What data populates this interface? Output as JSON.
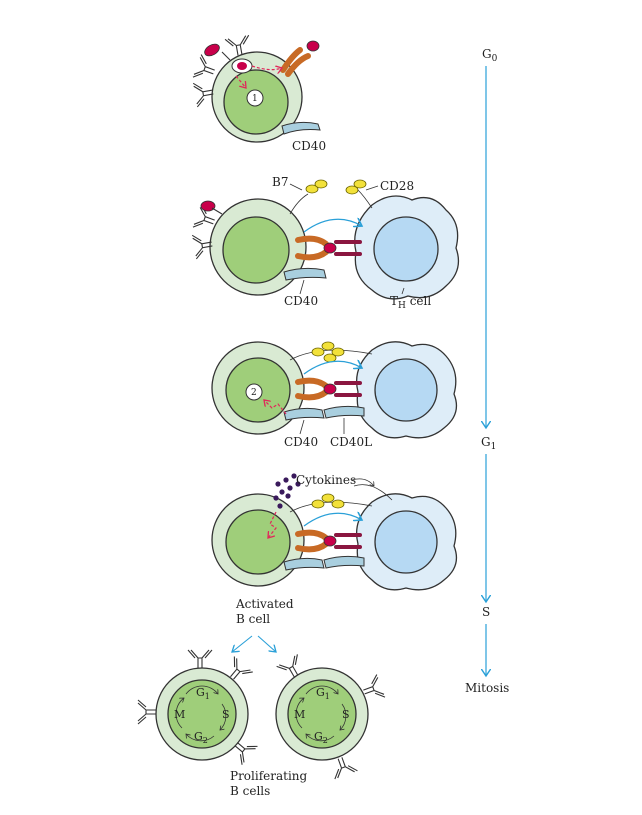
{
  "labels": {
    "cd40_top": "CD40",
    "b7": "B7",
    "cd28": "CD28",
    "cd40_mid": "CD40",
    "th_cell_main": "T",
    "th_cell_sub": "H",
    "th_cell_suffix": " cell",
    "cd40_lower": "CD40",
    "cd40l": "CD40L",
    "cytokines": "Cytokines",
    "activated_line1": "Activated",
    "activated_line2": "B cell",
    "proliferating_line1": "Proliferating",
    "proliferating_line2": "B cells"
  },
  "signals": {
    "signal_1": "1",
    "signal_2": "2"
  },
  "cell_cycle": {
    "g1_main": "G",
    "g1_sub": "1",
    "s": "S",
    "g2_main": "G",
    "g2_sub": "2",
    "m": "M"
  },
  "timeline": {
    "g0_main": "G",
    "g0_sub": "0",
    "g1_main": "G",
    "g1_sub": "1",
    "s": "S",
    "mitosis": "Mitosis"
  },
  "colors": {
    "b_cell_cytoplasm": "#d9ead3",
    "b_cell_nucleus": "#9fce7a",
    "t_cell_cytoplasm": "#deedf8",
    "t_cell_nucleus": "#b6d9f3",
    "mhc": "#c86a25",
    "tcr": "#8a1640",
    "cd40": "#a9cfdf",
    "b7_cd28": "#f2e13a",
    "cytokine": "#3a1a5c",
    "antigen": "#c8004a",
    "arrows": "#2aa0d8"
  }
}
